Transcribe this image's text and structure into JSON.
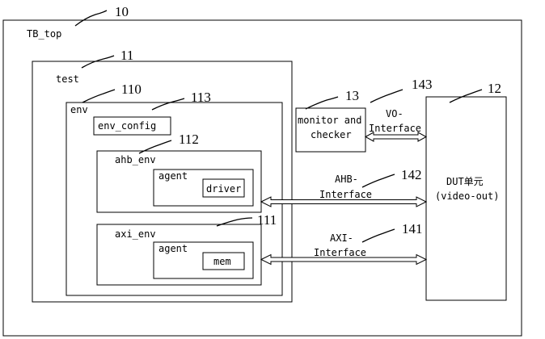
{
  "diagram": {
    "blocks": {
      "tb_top": "TB_top",
      "test": "test",
      "env": "env",
      "env_config": "env_config",
      "ahb_env": "ahb_env",
      "axi_env": "axi_env",
      "ahb_agent": "agent",
      "axi_agent": "agent",
      "driver": "driver",
      "mem": "mem",
      "monitor_line1": "monitor and",
      "monitor_line2": "checker",
      "dut_line1": "DUT单元",
      "dut_line2": "(video-out)"
    },
    "interfaces": {
      "vo_line1": "VO-",
      "vo_line2": "Interface",
      "ahb_line1": "AHB-",
      "ahb_line2": "Interface",
      "axi_line1": "AXI-",
      "axi_line2": "Interface"
    },
    "refs": {
      "tb_top": "10",
      "test": "11",
      "dut": "12",
      "monitor": "13",
      "env": "110",
      "axi_env": "111",
      "ahb_env": "112",
      "env_config": "113",
      "axi_if": "141",
      "ahb_if": "142",
      "vo_if": "143"
    }
  }
}
